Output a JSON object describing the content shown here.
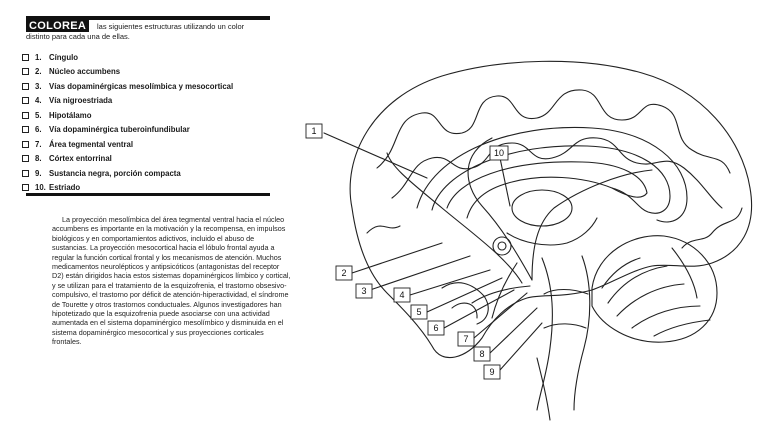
{
  "instructions": {
    "heading": "COLOREA",
    "text_line1": "las siguientes estructuras utilizando un color",
    "text_line2": "distinto para cada una de ellas."
  },
  "checklist": [
    {
      "num": "1.",
      "label": "Cíngulo"
    },
    {
      "num": "2.",
      "label": "Núcleo accumbens"
    },
    {
      "num": "3.",
      "label": "Vías dopaminérgicas mesolímbica y mesocortical"
    },
    {
      "num": "4.",
      "label": "Vía nigroestriada"
    },
    {
      "num": "5.",
      "label": "Hipotálamo"
    },
    {
      "num": "6.",
      "label": "Vía dopaminérgica tuberoinfundibular"
    },
    {
      "num": "7.",
      "label": "Área tegmental ventral"
    },
    {
      "num": "8.",
      "label": "Córtex entorrinal"
    },
    {
      "num": "9.",
      "label": "Sustancia negra, porción compacta"
    },
    {
      "num": "10.",
      "label": "Estriado"
    }
  ],
  "paragraph": "La proyección mesolímbica del área tegmental ventral hacia el núcleo accumbens es importante en la motivación y la recompensa, en impulsos biológicos y en comportamientos adictivos, incluido el abuso de sustancias. La proyección mesocortical hacia el lóbulo frontal ayuda a regular la función cortical frontal y los mecanismos de atención. Muchos medicamentos neurolépticos y antipsicóticos (antagonistas del receptor D2) están dirigidos hacia estos sistemas dopaminérgicos límbico y cortical, y se utilizan para el tratamiento de la esquizofrenia, el trastorno obsesivo-compulsivo, el trastorno por déficit de atención-hiperactividad, el síndrome de Tourette y otros trastornos conductuales. Algunos investigadores han hipotetizado que la esquizofrenia puede asociarse con una actividad aumentada en el sistema dopaminérgico mesolímbico y disminuida en el sistema dopaminérgico mesocortical y sus proyecciones corticales frontales.",
  "diagram_labels": {
    "l1": "1",
    "l2": "2",
    "l3": "3",
    "l4": "4",
    "l5": "5",
    "l6": "6",
    "l7": "7",
    "l8": "8",
    "l9": "9",
    "l10": "10"
  }
}
